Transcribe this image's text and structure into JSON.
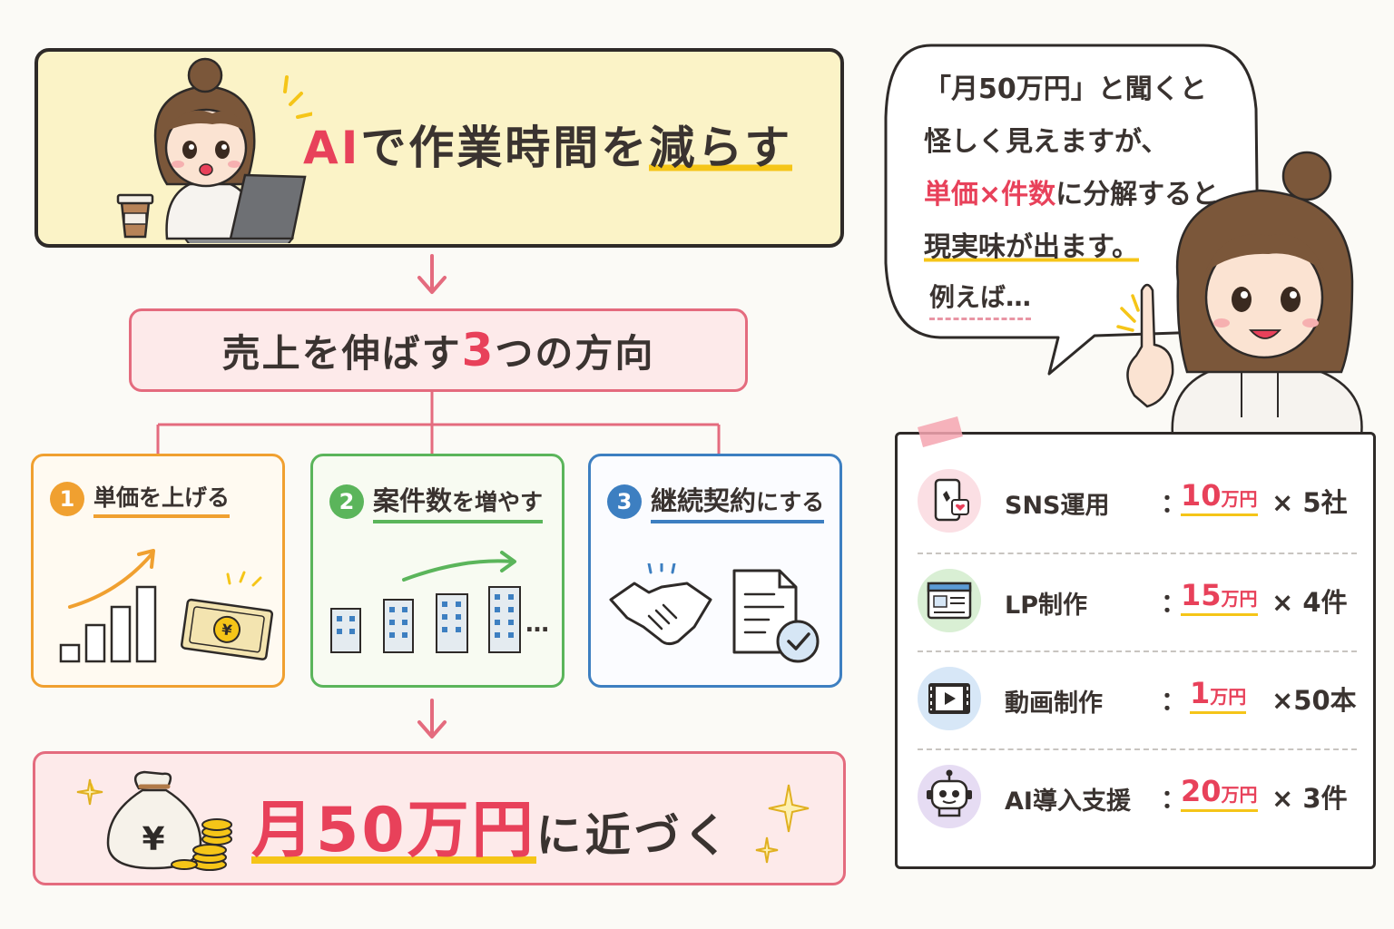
{
  "header": {
    "ai": "AI",
    "title_mid": "で作業時間を",
    "title_end": "減らす"
  },
  "direction": {
    "pre": "売上を伸ばす",
    "num": "3",
    "post": "つの方向"
  },
  "cards": [
    {
      "num": "1",
      "title": "単価を上げる"
    },
    {
      "num": "2",
      "title_big": "案件数",
      "title_small": "を増やす"
    },
    {
      "num": "3",
      "title_big": "継続契約",
      "title_small": "にする"
    }
  ],
  "goal": {
    "amount": "月50万円",
    "rest": "に近づく"
  },
  "bubble": {
    "line1": "「月50万円」と聞くと",
    "line2": "怪しく見えますが、",
    "line3_pink": "単価×件数",
    "line3_rest": "に分解すると",
    "line4": "現実味が出ます。",
    "example": "例えば…"
  },
  "examples": [
    {
      "label": "SNS運用",
      "price": "10",
      "unit": "万円",
      "mult": "× 5社",
      "icon": "smartphone-icon"
    },
    {
      "label": "LP制作",
      "price": "15",
      "unit": "万円",
      "mult": "× 4件",
      "icon": "webpage-icon"
    },
    {
      "label": "動画制作",
      "price": "1",
      "unit": "万円",
      "mult": "×50本",
      "icon": "video-icon"
    },
    {
      "label": "AI導入支援",
      "price": "20",
      "unit": "万円",
      "mult": "× 3件",
      "icon": "robot-icon"
    }
  ],
  "colon": "：",
  "ellipsis": "…",
  "yen": "¥",
  "colors": {
    "pink_accent": "#e8415a",
    "yellow_box": "#fbf3c7",
    "orange": "#f0a030",
    "green": "#5bb55b",
    "blue": "#3d7fc1",
    "highlight": "#f5c518"
  }
}
